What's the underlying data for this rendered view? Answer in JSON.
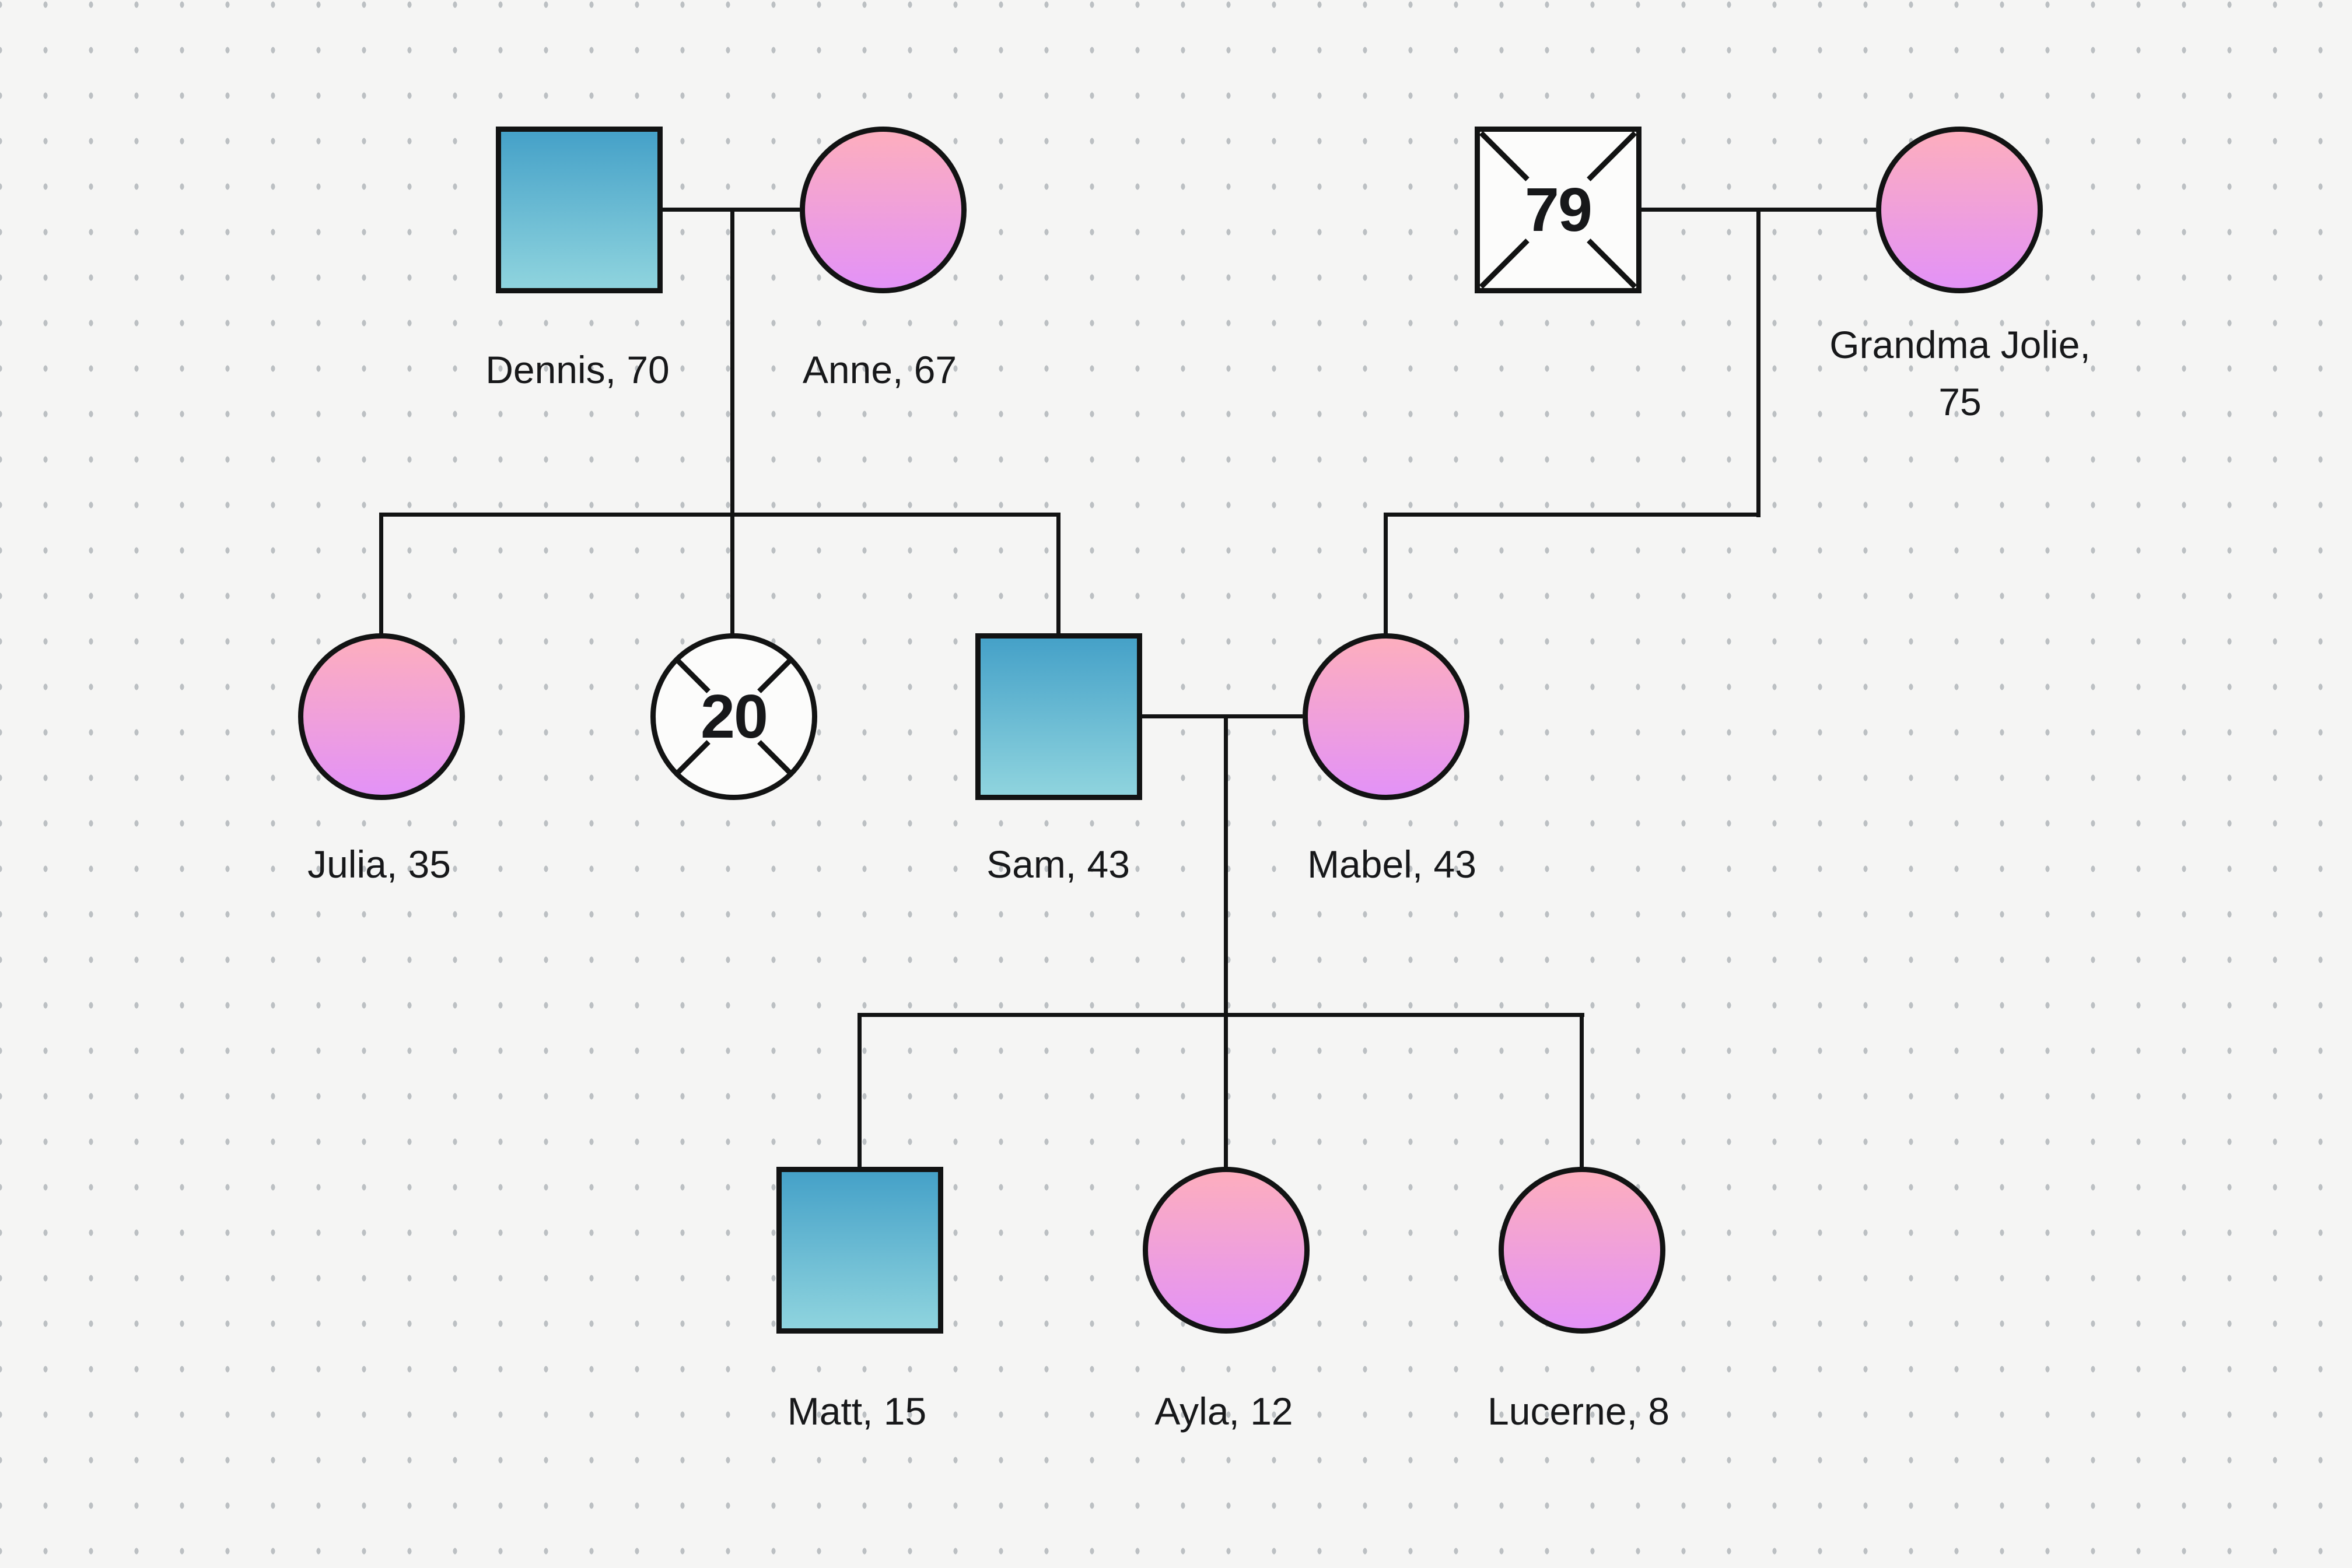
{
  "diagram": {
    "type": "genogram-family-tree",
    "people": {
      "dennis": {
        "label": "Dennis, 70",
        "name": "Dennis",
        "age": 70,
        "sex": "male",
        "deceased": false
      },
      "anne": {
        "label": "Anne, 67",
        "name": "Anne",
        "age": 67,
        "sex": "female",
        "deceased": false
      },
      "grandpa": {
        "label": "",
        "age_label": "79",
        "sex": "male",
        "deceased": true
      },
      "jolie": {
        "label_line1": "Grandma Jolie,",
        "label_line2": "75",
        "name": "Grandma Jolie",
        "age": 75,
        "sex": "female",
        "deceased": false
      },
      "julia": {
        "label": "Julia, 35",
        "name": "Julia",
        "age": 35,
        "sex": "female",
        "deceased": false
      },
      "aunt": {
        "label": "",
        "age_label": "20",
        "sex": "female",
        "deceased": true
      },
      "sam": {
        "label": "Sam, 43",
        "name": "Sam",
        "age": 43,
        "sex": "male",
        "deceased": false
      },
      "mabel": {
        "label": "Mabel, 43",
        "name": "Mabel",
        "age": 43,
        "sex": "female",
        "deceased": false
      },
      "matt": {
        "label": "Matt, 15",
        "name": "Matt",
        "age": 15,
        "sex": "male",
        "deceased": false
      },
      "ayla": {
        "label": "Ayla, 12",
        "name": "Ayla",
        "age": 12,
        "sex": "female",
        "deceased": false
      },
      "lucerne": {
        "label": "Lucerne, 8",
        "name": "Lucerne",
        "age": 8,
        "sex": "female",
        "deceased": false
      }
    },
    "unions": [
      {
        "partners": [
          "dennis",
          "anne"
        ],
        "children": [
          "julia",
          "aunt",
          "sam"
        ]
      },
      {
        "partners": [
          "grandpa",
          "jolie"
        ],
        "children": [
          "mabel"
        ]
      },
      {
        "partners": [
          "sam",
          "mabel"
        ],
        "children": [
          "matt",
          "ayla",
          "lucerne"
        ]
      }
    ],
    "colors": {
      "background": "#f5f5f4",
      "dot": "#bcc0c3",
      "line": "#121313",
      "text": "#17181a",
      "male_top": "#45a1c8",
      "male_bottom": "#8fd4de",
      "female_top": "#fdaebe",
      "female_bottom": "#e392f7",
      "deceased_fill": "#fcfcfb"
    }
  }
}
